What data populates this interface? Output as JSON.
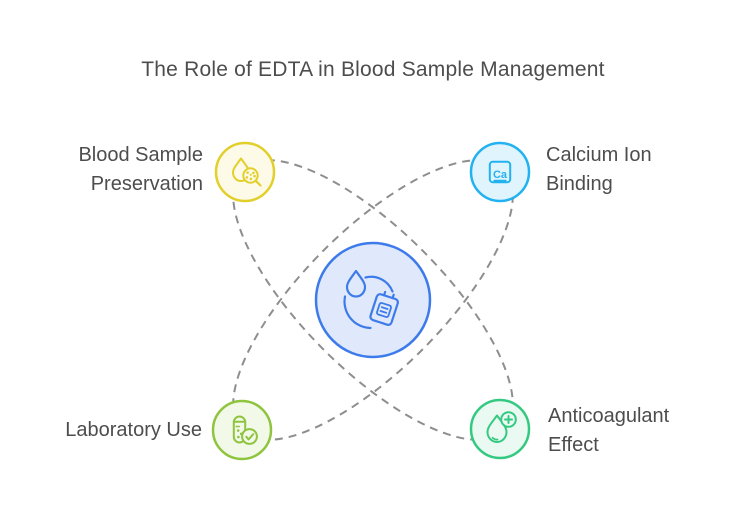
{
  "title": "The Role of EDTA in Blood Sample Management",
  "colors": {
    "background": "#ffffff",
    "title_text": "#4d4d4d",
    "label_text": "#4d4d4d",
    "connector": "#8e8e8e",
    "center_stroke": "#3d7beb",
    "center_fill": "#dfe9fb"
  },
  "center": {
    "icon": "blood-drop-cycle-blood-bag-icon"
  },
  "nodes": [
    {
      "id": "blood-sample-preservation",
      "position": "top-left",
      "lines": [
        "Blood Sample",
        "Preservation"
      ],
      "icon": "droplet-magnifier-cells-icon",
      "stroke": "#e3cf2b",
      "fill": "#fdfbe8"
    },
    {
      "id": "calcium-ion-binding",
      "position": "top-right",
      "lines": [
        "Calcium Ion",
        "Binding"
      ],
      "icon": "calcium-element-tile-icon",
      "icon_text": "Ca",
      "stroke": "#22b2ef",
      "fill": "#e0f4fd"
    },
    {
      "id": "laboratory-use",
      "position": "bottom-left",
      "lines": [
        "Laboratory Use"
      ],
      "icon": "test-tube-check-icon",
      "stroke": "#8fc43f",
      "fill": "#f3f9e9"
    },
    {
      "id": "anticoagulant-effect",
      "position": "bottom-right",
      "lines": [
        "Anticoagulant",
        "Effect"
      ],
      "icon": "droplet-plus-icon",
      "stroke": "#34c981",
      "fill": "#eaf9f1"
    }
  ]
}
